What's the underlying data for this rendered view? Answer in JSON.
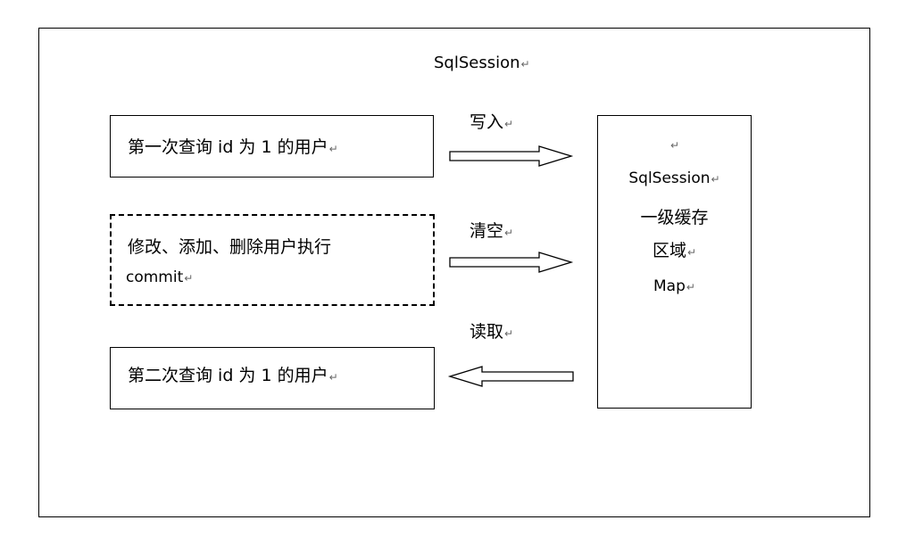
{
  "title": "SqlSession",
  "boxes": {
    "first_query": "第一次查询 id 为 1 的用户",
    "modify_line1": "修改、添加、删除用户执行",
    "modify_line2": "commit",
    "second_query": "第二次查询 id 为 1 的用户"
  },
  "arrows": {
    "write": "写入",
    "clear": "清空",
    "read": "读取"
  },
  "cache": {
    "line1": "SqlSession",
    "line2": "一级缓存",
    "line3": "区域",
    "line4": "Map"
  },
  "para_mark": "↵"
}
